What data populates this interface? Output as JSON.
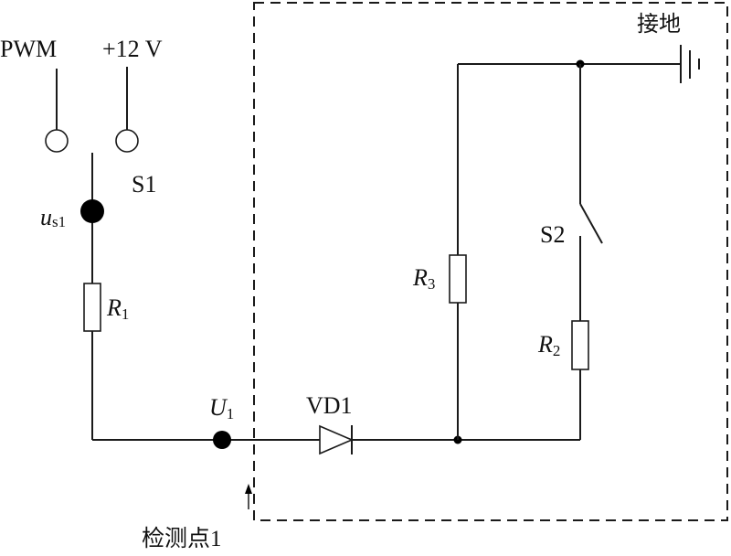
{
  "diagram": {
    "type": "circuit-schematic",
    "labels": {
      "pwm": "PWM",
      "v12": "+12 V",
      "s1": "S1",
      "us1_main": "u",
      "us1_sub": "s1",
      "r1_main": "R",
      "r1_sub": "1",
      "u1_main": "U",
      "u1_sub": "1",
      "vd1": "VD1",
      "r3_main": "R",
      "r3_sub": "3",
      "s2": "S2",
      "r2_main": "R",
      "r2_sub": "2",
      "ground": "接地",
      "detect_point": "检测点1"
    },
    "components": [
      {
        "id": "PWM",
        "kind": "terminal"
      },
      {
        "id": "+12V",
        "kind": "terminal"
      },
      {
        "id": "S1",
        "kind": "selector-switch"
      },
      {
        "id": "R1",
        "kind": "resistor"
      },
      {
        "id": "U1",
        "kind": "test-node"
      },
      {
        "id": "VD1",
        "kind": "diode"
      },
      {
        "id": "R3",
        "kind": "resistor"
      },
      {
        "id": "S2",
        "kind": "switch",
        "state": "open"
      },
      {
        "id": "R2",
        "kind": "resistor"
      },
      {
        "id": "GND",
        "kind": "ground"
      }
    ],
    "colors": {
      "line": "#1a1a1a",
      "background": "#ffffff"
    }
  }
}
